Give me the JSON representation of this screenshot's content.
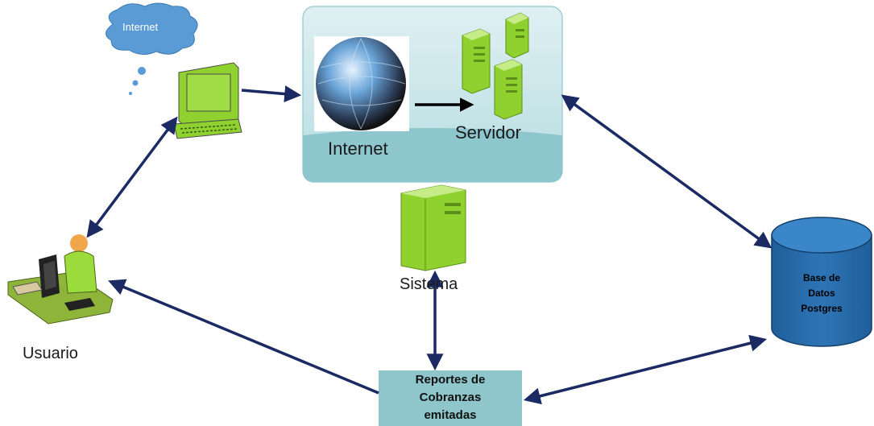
{
  "cloud_label": "Internet",
  "internet_label": "Internet",
  "servidor_label": "Servidor",
  "sistema_label": "Sistema",
  "usuario_label": "Usuario",
  "reportes_label": [
    "Reportes de",
    "Cobranzas",
    "emitadas"
  ],
  "db_label": [
    "Base de",
    "Datos",
    "Postgres"
  ],
  "colors": {
    "arrow": "#1b2a63",
    "cloud": "#5b9bd5",
    "panel": "#bfe0e4",
    "panel_band": "#8ec6cd",
    "reportes_box": "#8ec6cc",
    "database": "#2e75b6",
    "device_green": "#9bdc3c"
  },
  "icons": [
    "cloud-icon",
    "computer-icon",
    "globe-icon",
    "server-icon",
    "sistema-server-icon",
    "user-workstation-icon",
    "database-icon"
  ]
}
